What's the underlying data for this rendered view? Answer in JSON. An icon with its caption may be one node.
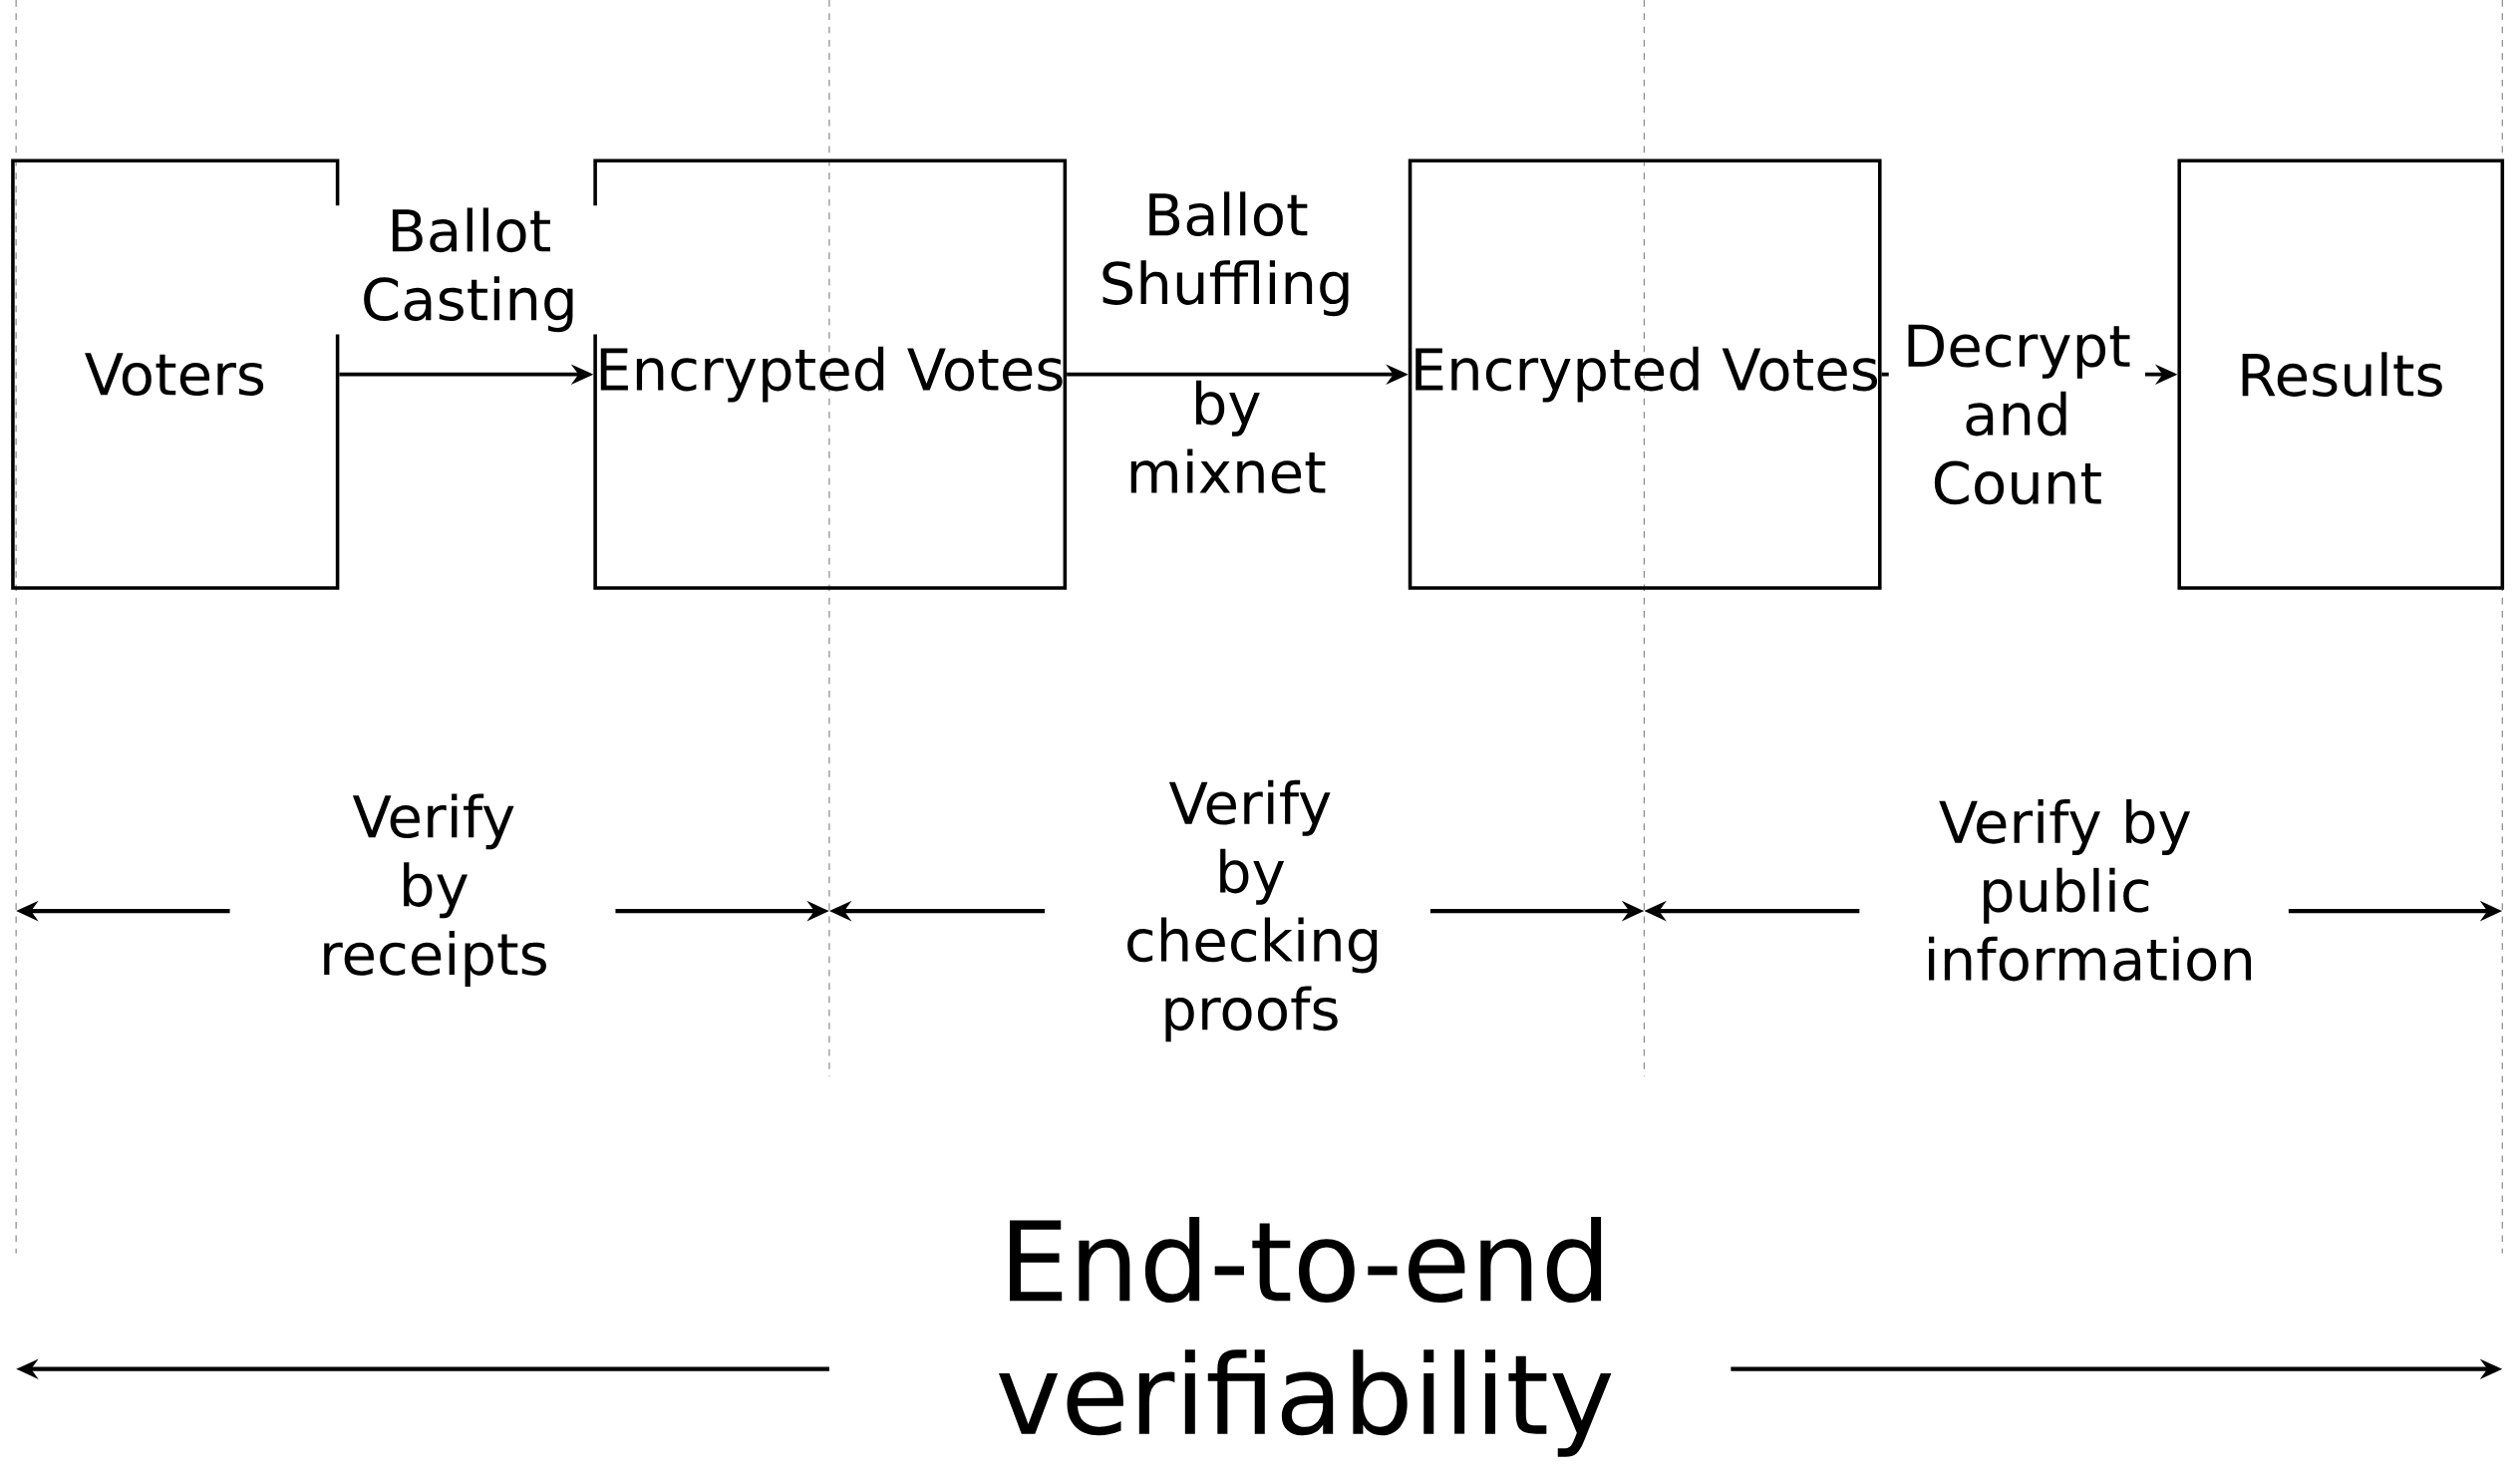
{
  "diagram": {
    "nodes": [
      {
        "text": [
          "Voters"
        ]
      },
      {
        "text": [
          "Encrypted Votes"
        ]
      },
      {
        "text": [
          "Encrypted Votes"
        ]
      },
      {
        "text": [
          "Results"
        ]
      }
    ],
    "edges": [
      {
        "from": 0,
        "to": 1,
        "arrow": "to",
        "label": "Ballot Casting"
      },
      {
        "from": 1,
        "to": 2,
        "arrow": "to",
        "label": "Ballot Shuffling"
      },
      {
        "from": 2,
        "to": 3,
        "arrow": "to",
        "label": "Decrypt and Count"
      }
    ],
    "labels": [
      "by mixnet",
      "Verify by receipts",
      "Verify by checking proofs",
      "Verify by public information",
      "End-to-end verifiability"
    ]
  }
}
